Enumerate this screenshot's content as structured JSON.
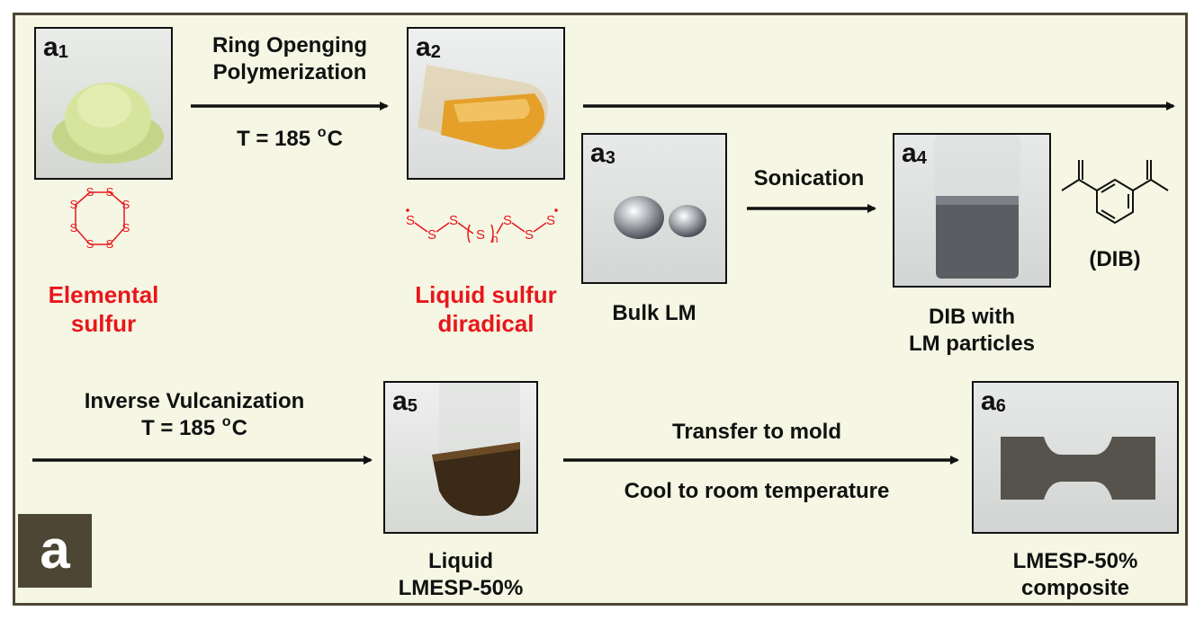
{
  "panels": [
    {
      "id": "a1",
      "letter": "a",
      "num": "1"
    },
    {
      "id": "a2",
      "letter": "a",
      "num": "2"
    },
    {
      "id": "a3",
      "letter": "a",
      "num": "3"
    },
    {
      "id": "a4",
      "letter": "a",
      "num": "4"
    },
    {
      "id": "a5",
      "letter": "a",
      "num": "5"
    },
    {
      "id": "a6",
      "letter": "a",
      "num": "6"
    }
  ],
  "step1": {
    "line1": "Ring Openging",
    "line2": "Polymerization",
    "temp_prefix": "T = 185 ",
    "temp_sup": "o",
    "temp_unit": "C"
  },
  "elemental": {
    "line1": "Elemental",
    "line2": "sulfur",
    "atom": "S"
  },
  "diradical": {
    "line1": "Liquid sulfur",
    "line2": "diradical",
    "subscript": "n"
  },
  "bulk_lm": "Bulk LM",
  "sonication": "Sonication",
  "dib_particles": {
    "line1": "DIB with",
    "line2": "LM particles"
  },
  "dib": "(DIB)",
  "step2": {
    "line1": "Inverse Vulcanization",
    "temp_prefix": "T = 185 ",
    "temp_sup": "o",
    "temp_unit": "C"
  },
  "liquid_lmesp": {
    "line1": "Liquid",
    "line2": "LMESP-50%"
  },
  "transfer": "Transfer to mold",
  "cool": "Cool to room temperature",
  "composite": {
    "line1": "LMESP-50%",
    "line2": "composite"
  },
  "panel_badge": "a",
  "colors": {
    "red_label": "#e8161b",
    "frame": "#4d4634",
    "background": "#f6f6e4"
  }
}
